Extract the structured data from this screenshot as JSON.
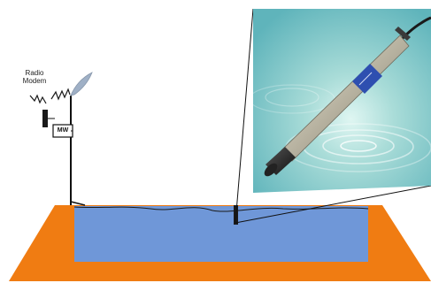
{
  "labels": {
    "radio_line1": "Radio",
    "radio_line2": "Modem",
    "mw_box": "MW"
  },
  "icons": [
    "antenna-icon",
    "radio-wave-icon",
    "pressure-transducer-icon",
    "water-ripple-icon"
  ],
  "colors": {
    "ground": "#f07c12",
    "water": "#6f97d8",
    "photo_bg": "#8ecdd0",
    "probe_body": "#c8c3b4",
    "probe_tip": "#2b2b2b",
    "probe_label": "#2e4fb0"
  }
}
